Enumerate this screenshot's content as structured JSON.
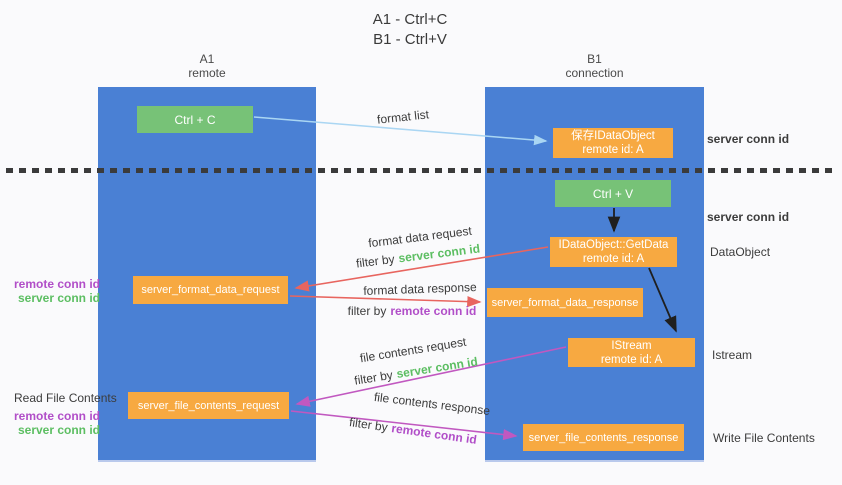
{
  "title": {
    "line1": "A1 - Ctrl+C",
    "line2": "B1 - Ctrl+V"
  },
  "lanes": {
    "left": {
      "name": "A1",
      "role": "remote"
    },
    "right": {
      "name": "B1",
      "role": "connection"
    }
  },
  "nodes": {
    "ctrl_c": {
      "label": "Ctrl + C"
    },
    "ctrl_v": {
      "label": "Ctrl + V"
    },
    "save_dataobject": {
      "line1": "保存IDataObject",
      "line2": "remote id: A"
    },
    "getdata": {
      "line1": "IDataObject::GetData",
      "line2": "remote id: A"
    },
    "istream": {
      "line1": "IStream",
      "line2": "remote id: A"
    },
    "format_request": {
      "label": "server_format_data_request"
    },
    "format_response": {
      "label": "server_format_data_response"
    },
    "file_request": {
      "label": "server_file_contents_request"
    },
    "file_response": {
      "label": "server_file_contents_response"
    }
  },
  "flow_labels": {
    "format_list": "format list",
    "format_data_request": "format data request",
    "format_data_response": "format data response",
    "file_contents_request": "file contents request",
    "file_contents_response": "file contents response",
    "filter_by": "filter by"
  },
  "shared": {
    "server_conn_id": "server conn id",
    "remote_conn_id": "remote conn id"
  },
  "side_labels": {
    "dataobject": "DataObject",
    "istream": "Istream",
    "read_file_contents": "Read File Contents",
    "write_file_contents": "Write File Contents"
  },
  "colors": {
    "lane_blue": "#4a80d4",
    "node_orange": "#f7a941",
    "node_green": "#77c277",
    "server_conn_green": "#5cbe62",
    "remote_conn_purple": "#b14ec8",
    "arrow_red": "#e8655f",
    "arrow_magenta": "#c158c0",
    "arrow_lightblue": "#aad6f3",
    "arrow_black": "#1f1f1f",
    "background": "#fafafc"
  }
}
